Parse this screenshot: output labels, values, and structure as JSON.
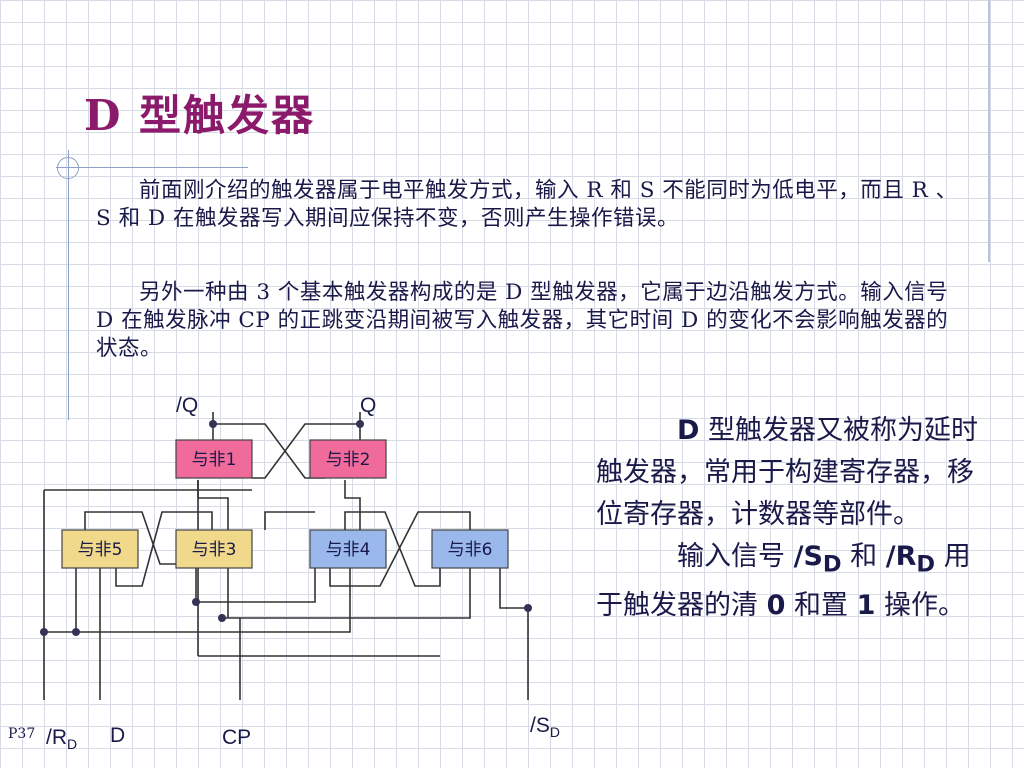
{
  "slide": {
    "title": "D 型触发器",
    "paragraph1": "前面刚介绍的触发器属于电平触发方式，输入 R 和 S 不能同时为低电平，而且 R 、S 和 D 在触发器写入期间应保持不变，否则产生操作错误。",
    "paragraph2": "另外一种由 3 个基本触发器构成的是 D 型触发器，它属于边沿触发方式。输入信号 D 在触发脉冲 CP 的正跳变沿期间被写入触发器，其它时间 D 的变化不会影响触发器的状态。",
    "page_number": "P37"
  },
  "side_note": {
    "line1_bold": "D",
    "line1_text": " 型触发器又被称为延时触发器，常用于构建寄存器，移位寄存器，计数器等部件。",
    "line2_a": "输入信号 ",
    "sd_main": "/S",
    "sd_sub": "D",
    "line2_b": " 和 ",
    "rd_main": "/R",
    "rd_sub": "D",
    "line2_c": " 用于触发器的清 ",
    "zero": "0",
    "line2_d": " 和置 ",
    "one": "1",
    "line2_e": " 操作。"
  },
  "circuit": {
    "gates": [
      {
        "label": "与非1",
        "color": "#f06a9a"
      },
      {
        "label": "与非2",
        "color": "#f06a9a"
      },
      {
        "label": "与非3",
        "color": "#f0d98a"
      },
      {
        "label": "与非4",
        "color": "#9ab8ec"
      },
      {
        "label": "与非5",
        "color": "#f0d98a"
      },
      {
        "label": "与非6",
        "color": "#9ab8ec"
      }
    ],
    "pins": {
      "q_bar": "/Q",
      "q": "Q",
      "rd_main": "/R",
      "rd_sub": "D",
      "d": "D",
      "cp": "CP",
      "sd_main": "/S",
      "sd_sub": "D"
    },
    "wire_color": "#333333"
  }
}
